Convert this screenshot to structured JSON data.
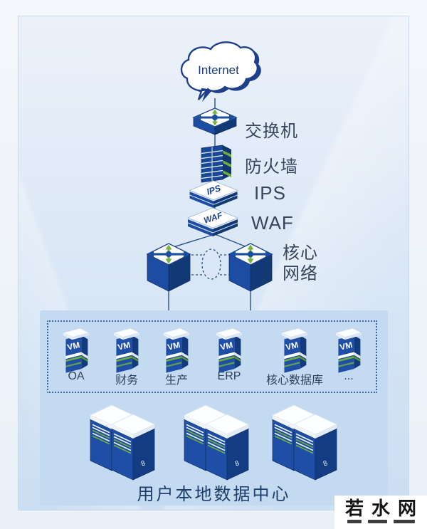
{
  "internet": {
    "label": "Internet"
  },
  "chain": {
    "switch_label": "交换机",
    "firewall_label": "防火墙",
    "ips_label": "IPS",
    "waf_label": "WAF",
    "ips_device_text": "IPS",
    "waf_device_text": "WAF",
    "core_label_line1": "核心",
    "core_label_line2": "网络"
  },
  "vm_zone": {
    "device_text": "VM",
    "items": [
      {
        "label": "OA"
      },
      {
        "label": "财务"
      },
      {
        "label": "生产"
      },
      {
        "label": "ERP"
      },
      {
        "label": "核心数据库"
      },
      {
        "label": "..."
      }
    ]
  },
  "servers": {
    "badge_text": "8"
  },
  "datacenter": {
    "label": "用户本地数据中心"
  },
  "watermark": {
    "text": "若水网"
  },
  "colors": {
    "device_blue": "#1e4ea6",
    "device_blue_dark": "#123a7d",
    "accent_green": "#6fae3e",
    "outline_navy": "#1c4496",
    "line_navy": "#2a4f86",
    "label_text": "#37465c",
    "panel_bg_top": "#ebf1fa",
    "panel_bg_bottom": "#cbdef2",
    "container_bg": "#c3daf1",
    "watermark_bg": "#ffffff"
  }
}
